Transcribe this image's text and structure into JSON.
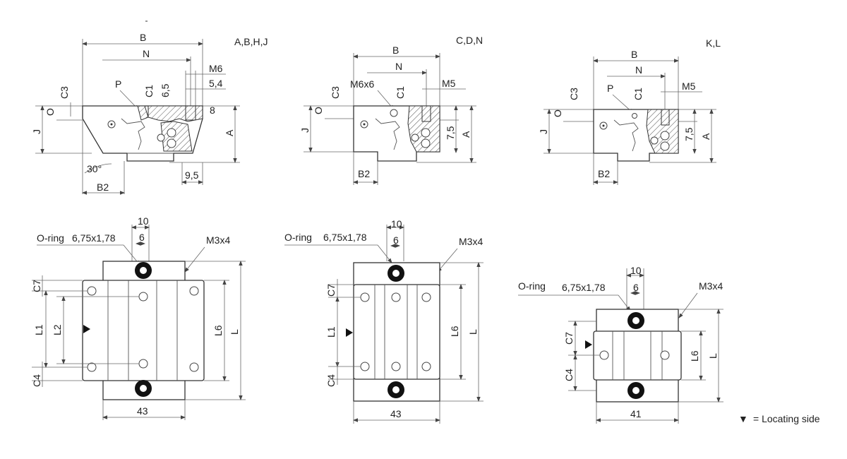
{
  "top_views": [
    {
      "variant": "A,B,H,J",
      "labels": {
        "B": "B",
        "N": "N",
        "thread": "M6",
        "thread_depth": "5,4",
        "P": "P",
        "C1": "C1",
        "C3": "C3",
        "dim1": "6,5",
        "dim2": "8",
        "O": "O",
        "J": "J",
        "A": "A",
        "angle": "30°",
        "B2": "B2",
        "dim3": "9,5"
      }
    },
    {
      "variant": "C,D,N",
      "labels": {
        "B": "B",
        "N": "N",
        "thread": "M5",
        "P": "M6x6",
        "C1": "C1",
        "C3": "C3",
        "O": "O",
        "J": "J",
        "A": "A",
        "dim1": "7,5",
        "B2": "B2"
      }
    },
    {
      "variant": "K,L",
      "labels": {
        "B": "B",
        "N": "N",
        "thread": "M5",
        "P": "P",
        "C1": "C1",
        "C3": "C3",
        "O": "O",
        "J": "J",
        "A": "A",
        "dim1": "7,5",
        "B2": "B2"
      }
    }
  ],
  "bottom_views": [
    {
      "oring_label": "O-ring",
      "oring_size": "6,75x1,78",
      "dim_10": "10",
      "dim_6": "6",
      "screw": "M3x4",
      "C7": "C7",
      "C4": "C4",
      "L1": "L1",
      "L2": "L2",
      "L6": "L6",
      "L": "L",
      "width": "43"
    },
    {
      "oring_label": "O-ring",
      "oring_size": "6,75x1,78",
      "dim_10": "10",
      "dim_6": "6",
      "screw": "M3x4",
      "C7": "C7",
      "C4": "C4",
      "L1": "L1",
      "L6": "L6",
      "L": "L",
      "width": "43"
    },
    {
      "oring_label": "O-ring",
      "oring_size": "6,75x1,78",
      "dim_10": "10",
      "dim_6": "6",
      "screw": "M3x4",
      "C7": "C7",
      "C4": "C4",
      "L6": "L6",
      "L": "L",
      "width": "41"
    }
  ],
  "legend": {
    "symbol": "▼",
    "text": "= Locating side"
  }
}
